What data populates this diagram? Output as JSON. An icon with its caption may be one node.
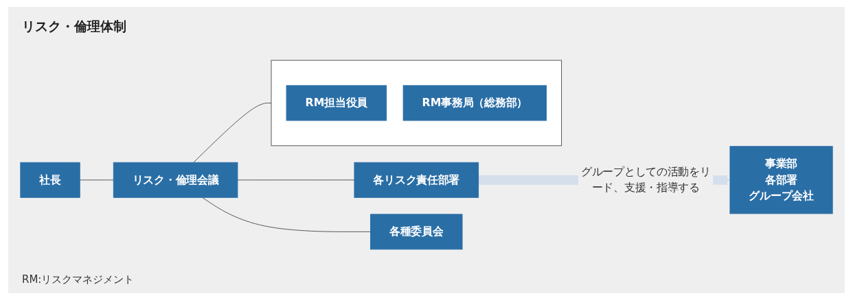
{
  "diagram": {
    "title": "リスク・倫理体制",
    "nodes": [
      {
        "text": [],
        "shape": "box"
      },
      {
        "text": [
          "RM担当役員"
        ],
        "in": 0
      },
      {
        "text": [
          "RM事務局（総務部）"
        ],
        "in": 0
      },
      {
        "text": [
          "社長"
        ]
      },
      {
        "text": [
          "リスク・倫理会議"
        ]
      },
      {
        "text": [
          "各リスク責任部署"
        ]
      },
      {
        "text": [
          "各種委員会"
        ]
      },
      {
        "text": [
          "事業部",
          "各部署",
          "グループ会社"
        ]
      }
    ],
    "edges": [
      {
        "from": 3,
        "to": 4,
        "arrow": "none"
      },
      {
        "from": 4,
        "to": 0,
        "arrow": "none"
      },
      {
        "from": 4,
        "to": 5,
        "arrow": "none"
      },
      {
        "from": 4,
        "to": 6,
        "arrow": "none"
      },
      {
        "from": 5,
        "to": 7,
        "arrow": "to",
        "label": "グループとしての活動をリード、支援・指導する",
        "style": "thick",
        "color": "#d5dfec"
      }
    ],
    "labels": [
      "RM:リスクマネジメント"
    ]
  }
}
